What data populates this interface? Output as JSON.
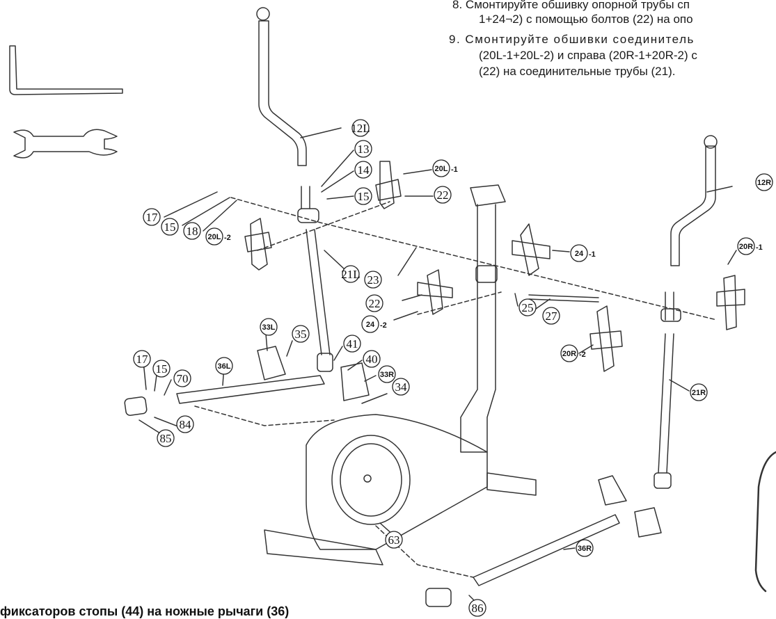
{
  "instructions": [
    {
      "number": "8.",
      "line1": "Смонтируйте обшивку опорной трубы сп",
      "line2": "1+24¬2) с помощью болтов (22) на опо"
    },
    {
      "number": "9.",
      "line1": "Смонтируйте обшивки соединитель",
      "line2": "(20L-1+20L-2) и справа (20R-1+20R-2) с",
      "line3": "(22) на соединительные трубы (21)."
    }
  ],
  "bottom_caption": "фиксаторов стопы (44) на ножные рычаги (36)",
  "tools": [
    "allen-key",
    "open-wrench"
  ],
  "callouts": [
    {
      "label": "12L"
    },
    {
      "label": "13"
    },
    {
      "label": "14"
    },
    {
      "label": "15"
    },
    {
      "label": "20L",
      "suffix": "-1"
    },
    {
      "label": "22"
    },
    {
      "label": "17"
    },
    {
      "label": "15"
    },
    {
      "label": "18"
    },
    {
      "label": "20L",
      "suffix": "-2"
    },
    {
      "label": "21L"
    },
    {
      "label": "23"
    },
    {
      "label": "22"
    },
    {
      "label": "24",
      "suffix": "-1"
    },
    {
      "label": "24",
      "suffix": "-2"
    },
    {
      "label": "25"
    },
    {
      "label": "27"
    },
    {
      "label": "12R"
    },
    {
      "label": "20R",
      "suffix": "-1"
    },
    {
      "label": "20R",
      "suffix": "-2"
    },
    {
      "label": "21R"
    },
    {
      "label": "33L"
    },
    {
      "label": "35"
    },
    {
      "label": "41"
    },
    {
      "label": "40"
    },
    {
      "label": "33R"
    },
    {
      "label": "34"
    },
    {
      "label": "17"
    },
    {
      "label": "15"
    },
    {
      "label": "70"
    },
    {
      "label": "36L"
    },
    {
      "label": "84"
    },
    {
      "label": "85"
    },
    {
      "label": "63"
    },
    {
      "label": "36R"
    },
    {
      "label": "86"
    }
  ]
}
